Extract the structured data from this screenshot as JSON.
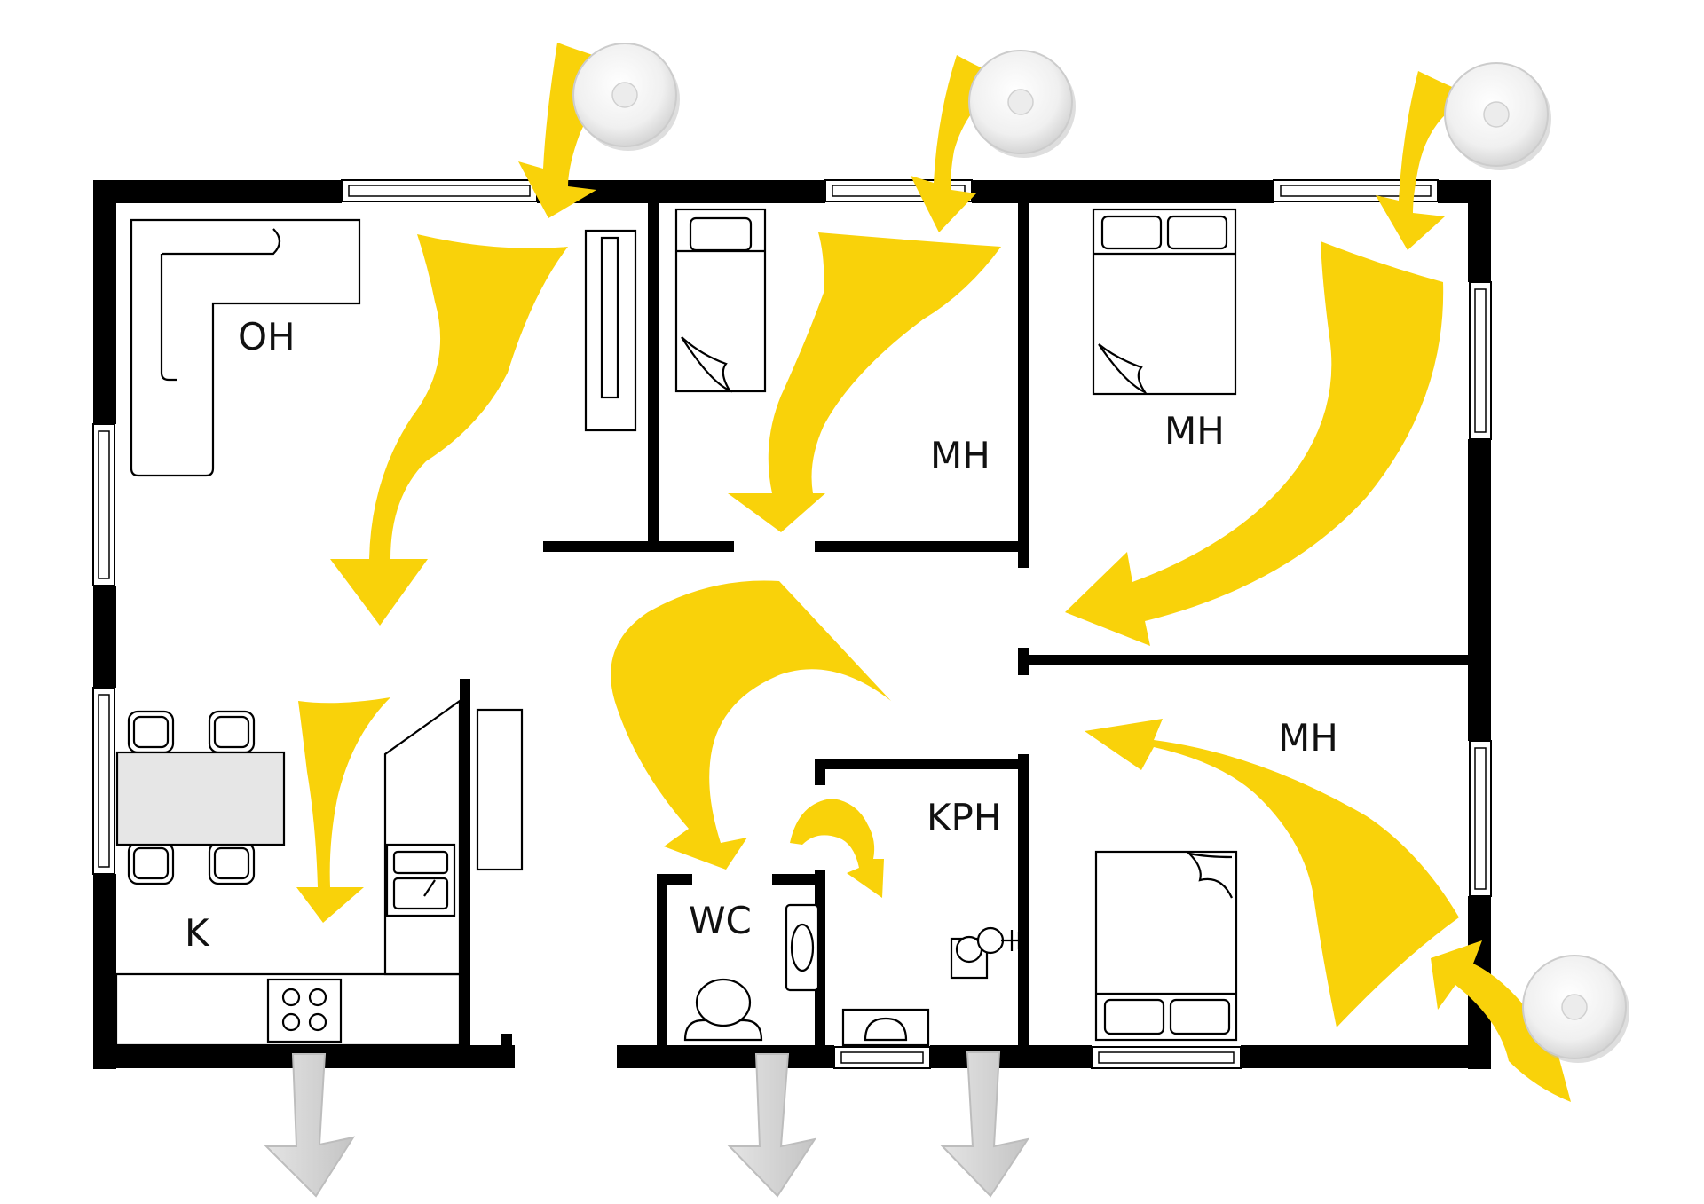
{
  "rooms": {
    "living": "OH",
    "bedroom_small": "MH",
    "bedroom_top_right": "MH",
    "bedroom_bottom_right": "MH",
    "kitchen": "K",
    "toilet": "WC",
    "bathroom": "KPH"
  },
  "colors": {
    "wall": "#000000",
    "supply_air": "#F9D20A",
    "exhaust_air": "#D8D8D8",
    "diffuser": "#F2F2F2"
  },
  "icons": {
    "diffuser": "ceiling-diffuser-icon",
    "supply_arrow": "supply-air-arrow-icon",
    "exhaust_arrow": "exhaust-air-arrow-icon"
  }
}
